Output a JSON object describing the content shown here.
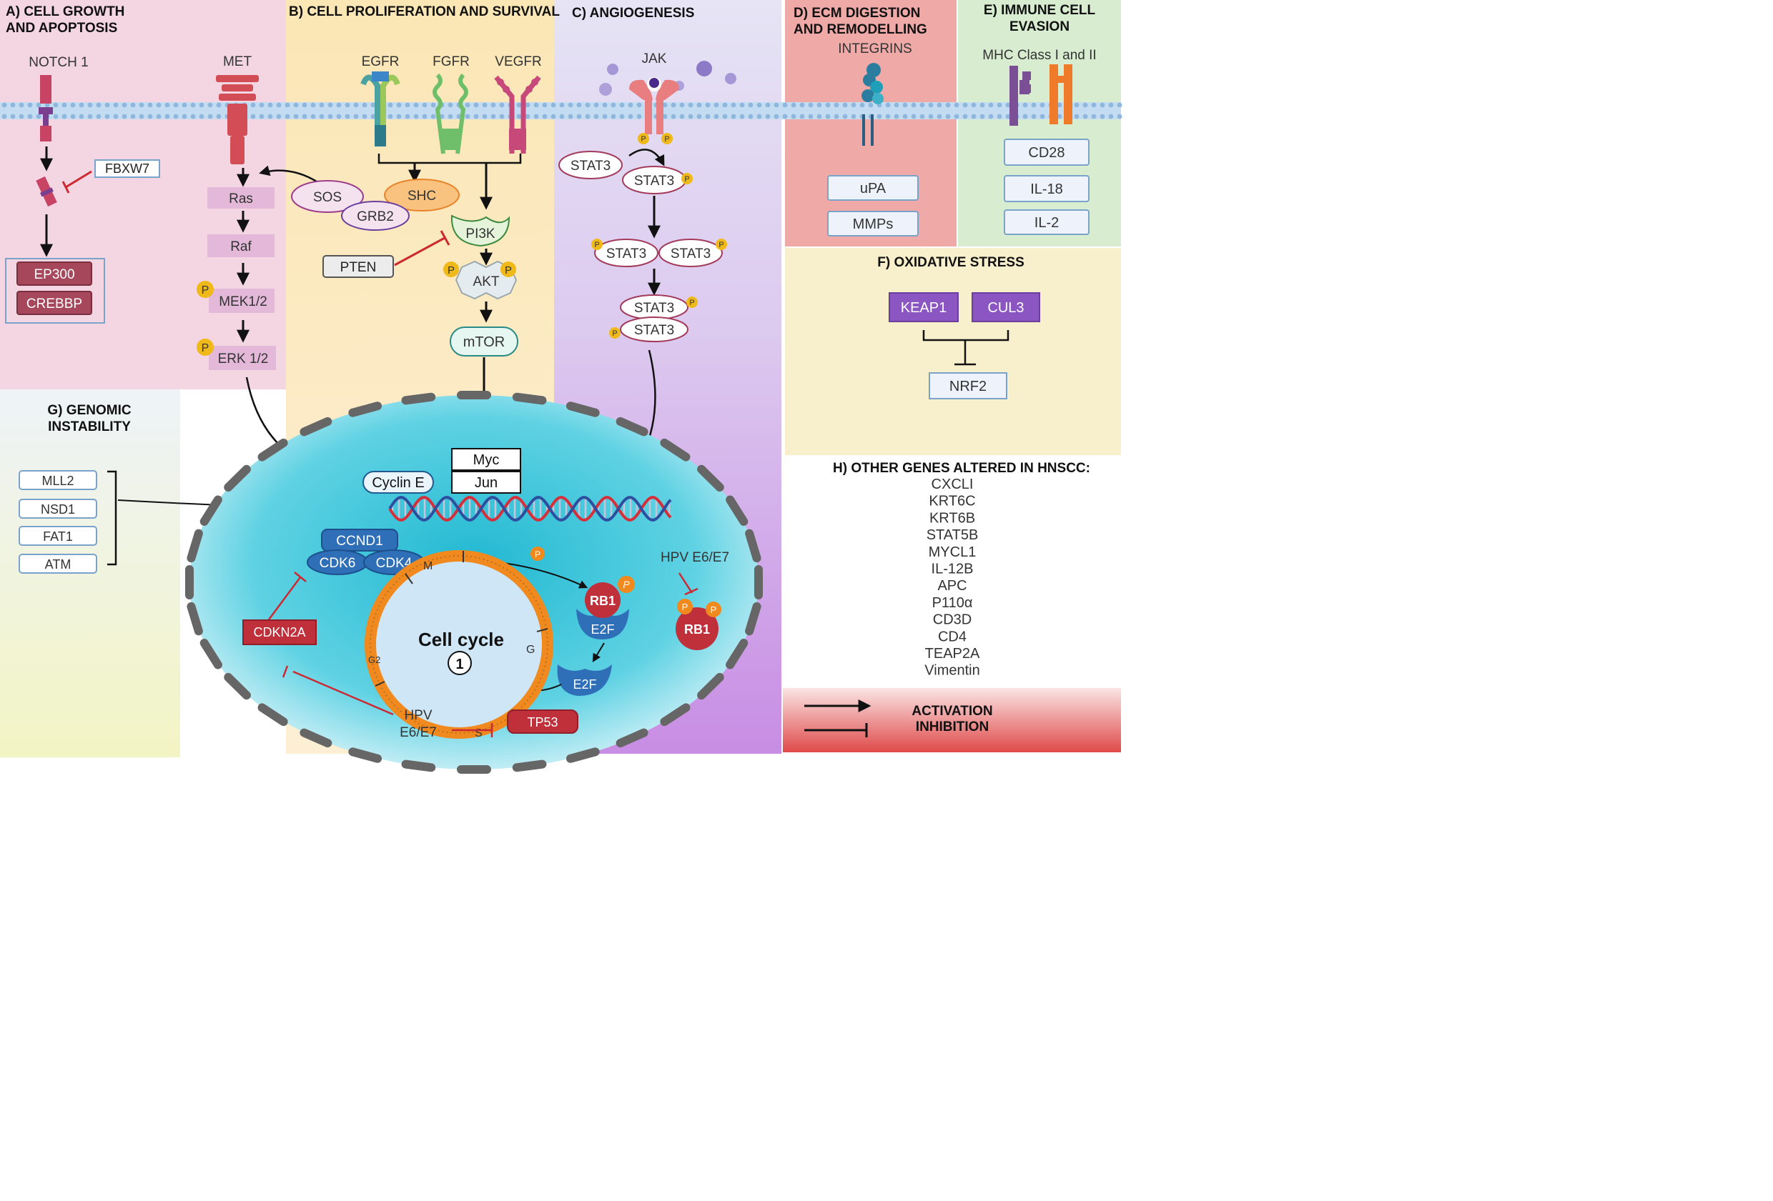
{
  "panels": {
    "a": {
      "title_1": "A) CELL GROWTH",
      "title_2": "AND APOPTOSIS"
    },
    "b": {
      "title": "B) CELL PROLIFERATION AND SURVIVAL"
    },
    "c": {
      "title": "C) ANGIOGENESIS"
    },
    "d": {
      "title_1": "D) ECM DIGESTION",
      "title_2": "AND REMODELLING"
    },
    "e": {
      "title_1": "E) IMMUNE CELL",
      "title_2": "EVASION"
    },
    "f": {
      "title": "F) OXIDATIVE STRESS"
    },
    "g": {
      "title_1": "G) GENOMIC",
      "title_2": "INSTABILITY"
    },
    "h": {
      "title": "H) OTHER GENES ALTERED IN HNSCC:"
    }
  },
  "receptors": {
    "notch1": "NOTCH 1",
    "met": "MET",
    "egfr": "EGFR",
    "fgfr": "FGFR",
    "vegfr": "VEGFR",
    "jak": "JAK",
    "integrins": "INTEGRINS",
    "mhc": "MHC Class I and  II"
  },
  "labels": {
    "fbxw7": "FBXW7",
    "ep300": "EP300",
    "crebbp": "CREBBP",
    "ras": "Ras",
    "raf": "Raf",
    "mek": "MEK1/2",
    "erk": "ERK 1/2",
    "sos": "SOS",
    "shc": "SHC",
    "grb2": "GRB2",
    "pi3k": "PI3K",
    "pten": "PTEN",
    "akt": "AKT",
    "mtor": "mTOR",
    "p": "P",
    "stat3": "STAT3",
    "upa": "uPA",
    "mmps": "MMPs",
    "cd28": "CD28",
    "il18": "IL-18",
    "il2": "IL-2",
    "keap1": "KEAP1",
    "cul3": "CUL3",
    "nrf2": "NRF2",
    "mll2": "MLL2",
    "nsd1": "NSD1",
    "fat1": "FAT1",
    "atm": "ATM",
    "myc": "Myc",
    "jun": "Jun",
    "cyclin_e": "Cyclin E",
    "ccnd1": "CCND1",
    "cdk6": "CDK6",
    "cdk4": "CDK4",
    "cdkn2a": "CDKN2A",
    "rb1": "RB1",
    "e2f": "E2F",
    "hpv_e6e7": "HPV E6/E7",
    "hpv": "HPV",
    "e6e7": "E6/E7",
    "tp53": "TP53",
    "cell_cycle": "Cell cycle",
    "cycle_num": "1",
    "phase_m": "M",
    "phase_g": "G",
    "phase_s": "S",
    "phase_g2": "G2"
  },
  "other_genes": [
    "CXCLI",
    "KRT6C",
    "KRT6B",
    "STAT5B",
    "MYCL1",
    "IL-12B",
    "APC",
    "P110α",
    "CD3D",
    "CD4",
    "TEAP2A",
    "Vimentin"
  ],
  "legend": {
    "activation": "ACTIVATION",
    "inhibition": "INHIBITION"
  },
  "colors": {
    "panel_a": "#f3d6e0",
    "panel_b": "#fbe7bd",
    "panel_c_top": "#e3e2f4",
    "panel_c_bottom": "#c99be5",
    "panel_d": "#efaaa8",
    "panel_e": "#d6ebcd",
    "panel_f": "#f8f0cc",
    "panel_g": "#eef3d8",
    "nucleus": "#23b7cf",
    "membrane": "#bcd8f0",
    "inhibit": "#cc2a33",
    "dark_red": "#c0303b",
    "blue_protein": "#2f6fb8"
  }
}
